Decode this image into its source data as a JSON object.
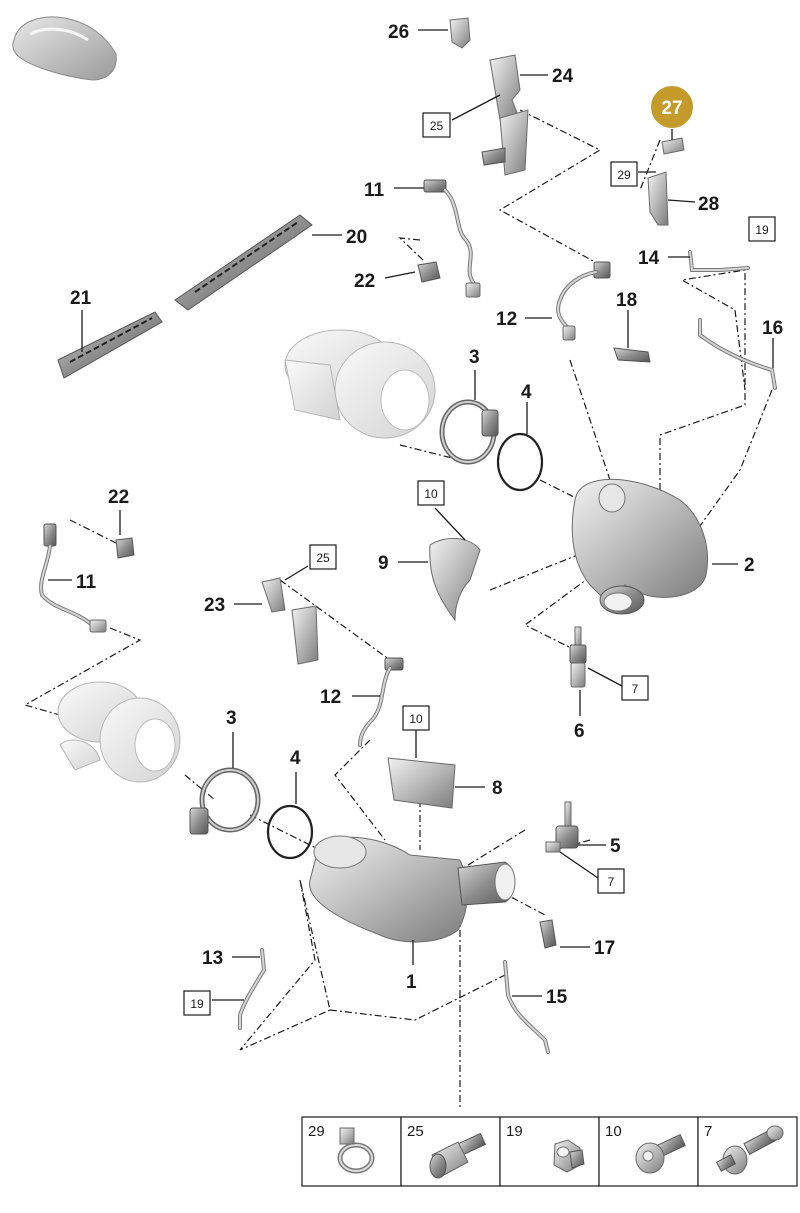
{
  "diagram": {
    "callouts": {
      "c1": "1",
      "c2": "2",
      "c3a": "3",
      "c3b": "3",
      "c4a": "4",
      "c4b": "4",
      "c5": "5",
      "c6": "6",
      "c8": "8",
      "c9": "9",
      "c11a": "11",
      "c11b": "11",
      "c12a": "12",
      "c12b": "12",
      "c13": "13",
      "c14": "14",
      "c15": "15",
      "c16": "16",
      "c17": "17",
      "c18": "18",
      "c20": "20",
      "c21": "21",
      "c22a": "22",
      "c22b": "22",
      "c23": "23",
      "c24": "24",
      "c26": "26",
      "c28": "28"
    },
    "highlight": {
      "label": "27",
      "color": "#c49a2a"
    },
    "ref_boxes": {
      "r25a": "25",
      "r25b": "25",
      "r29": "29",
      "r19a": "19",
      "r19b": "19",
      "r10a": "10",
      "r10b": "10",
      "r7a": "7",
      "r7b": "7"
    }
  },
  "legend": {
    "items": [
      {
        "label": "29",
        "icon": "hose-clamp-icon"
      },
      {
        "label": "25",
        "icon": "flange-bolt-icon"
      },
      {
        "label": "19",
        "icon": "hex-nut-icon"
      },
      {
        "label": "10",
        "icon": "torx-bolt-icon"
      },
      {
        "label": "7",
        "icon": "stud-bolt-icon"
      }
    ]
  }
}
